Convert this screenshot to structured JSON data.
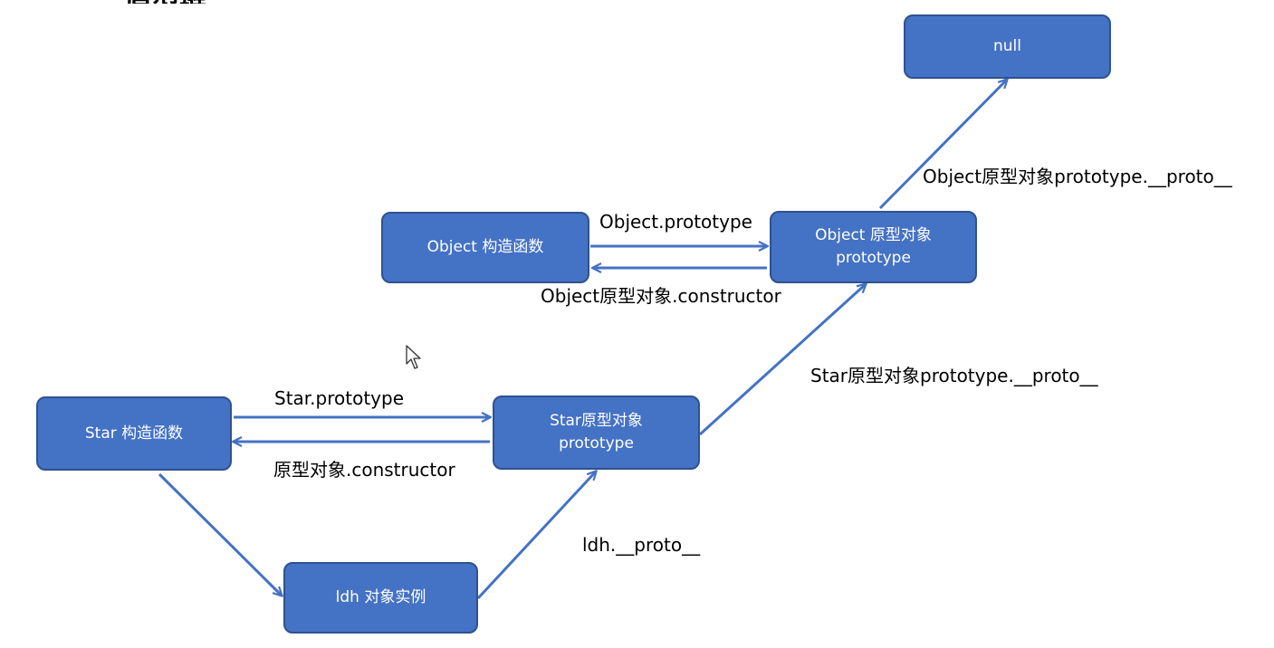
{
  "colors": {
    "node_fill": "#4472C4",
    "node_border": "#2F528F",
    "arrow": "#4472C4",
    "text": "#000000"
  },
  "nodes": {
    "null_box": {
      "line1": "null"
    },
    "object_ctor": {
      "line1": "Object 构造函数"
    },
    "object_proto": {
      "line1": "Object 原型对象",
      "line2": "prototype"
    },
    "star_ctor": {
      "line1": "Star 构造函数"
    },
    "star_proto": {
      "line1": "Star原型对象",
      "line2": "prototype"
    },
    "ldh": {
      "line1": "ldh 对象实例"
    }
  },
  "labels": {
    "object_prototype": "Object.prototype",
    "object_constructor": "Object原型对象.constructor",
    "object_proto_proto": "Object原型对象prototype.__proto__",
    "star_proto_proto": "Star原型对象prototype.__proto__",
    "star_prototype": "Star.prototype",
    "star_constructor": "原型对象.constructor",
    "ldh_proto": "ldh.__proto__"
  },
  "icons": {
    "cursor": "mouse-pointer-icon"
  }
}
